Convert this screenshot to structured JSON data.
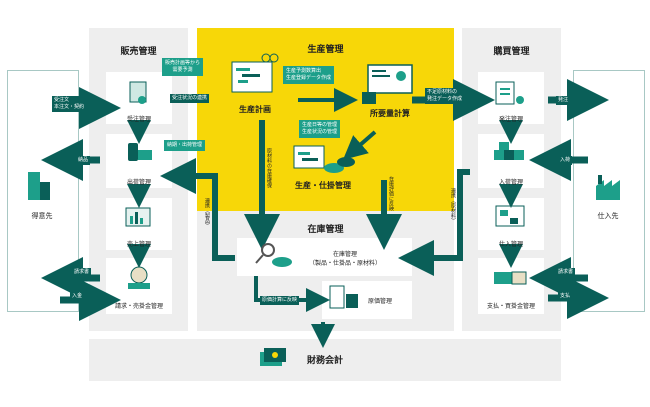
{
  "sections": {
    "sales": {
      "title": "販売管理",
      "items": [
        "受注管理",
        "出荷管理",
        "売上管理",
        "請求・売掛金管理"
      ]
    },
    "production": {
      "title": "生産管理",
      "plan": "生産計画",
      "mrp": "所要量計算",
      "wip": "生産・仕掛管理"
    },
    "purchase": {
      "title": "購買管理",
      "items": [
        "発注管理",
        "入荷管理",
        "仕入管理",
        "支払・買掛金管理"
      ]
    },
    "inventory": {
      "title": "在庫管理",
      "item_title": "在庫管理",
      "item_sub": "（製品・仕掛品・原材料）",
      "cost": "原価管理"
    },
    "finance": {
      "title": "財務会計"
    }
  },
  "parties": {
    "customer": "得意先",
    "supplier": "仕入先"
  },
  "callouts": {
    "sales_plan_1": "販売計画等から",
    "sales_plan_2": "需要予測",
    "order_status": "受注状況の連携",
    "ship_receipt": "納期・出荷管理",
    "forecast_1": "生産予測数算出",
    "forecast_2": "生産登録データ作成",
    "daily_1": "生産日等の管理",
    "daily_2": "生産状況の管理",
    "shortage_1": "不足原材料の",
    "shortage_2": "発注データ作成",
    "cost_reflect": "原価計算に反映"
  },
  "arrows": {
    "order_in_1": "受注文",
    "order_in_2": "本注文・契約",
    "delivery": "納品",
    "invoice": "請求書",
    "payment_in": "入金",
    "po_out": "発注",
    "receive": "入荷",
    "invoice_in": "請求書",
    "payment_out": "支払",
    "material_stock": "原材料の在庫確保",
    "stock_eval": "在庫評価に反映",
    "link_product": "連携（製品）",
    "link_material": "連携（原材料）"
  },
  "colors": {
    "accent": "#0a5f58",
    "callout": "#1d9f8a",
    "highlight": "#f7d708",
    "panel": "#eeeeee"
  }
}
